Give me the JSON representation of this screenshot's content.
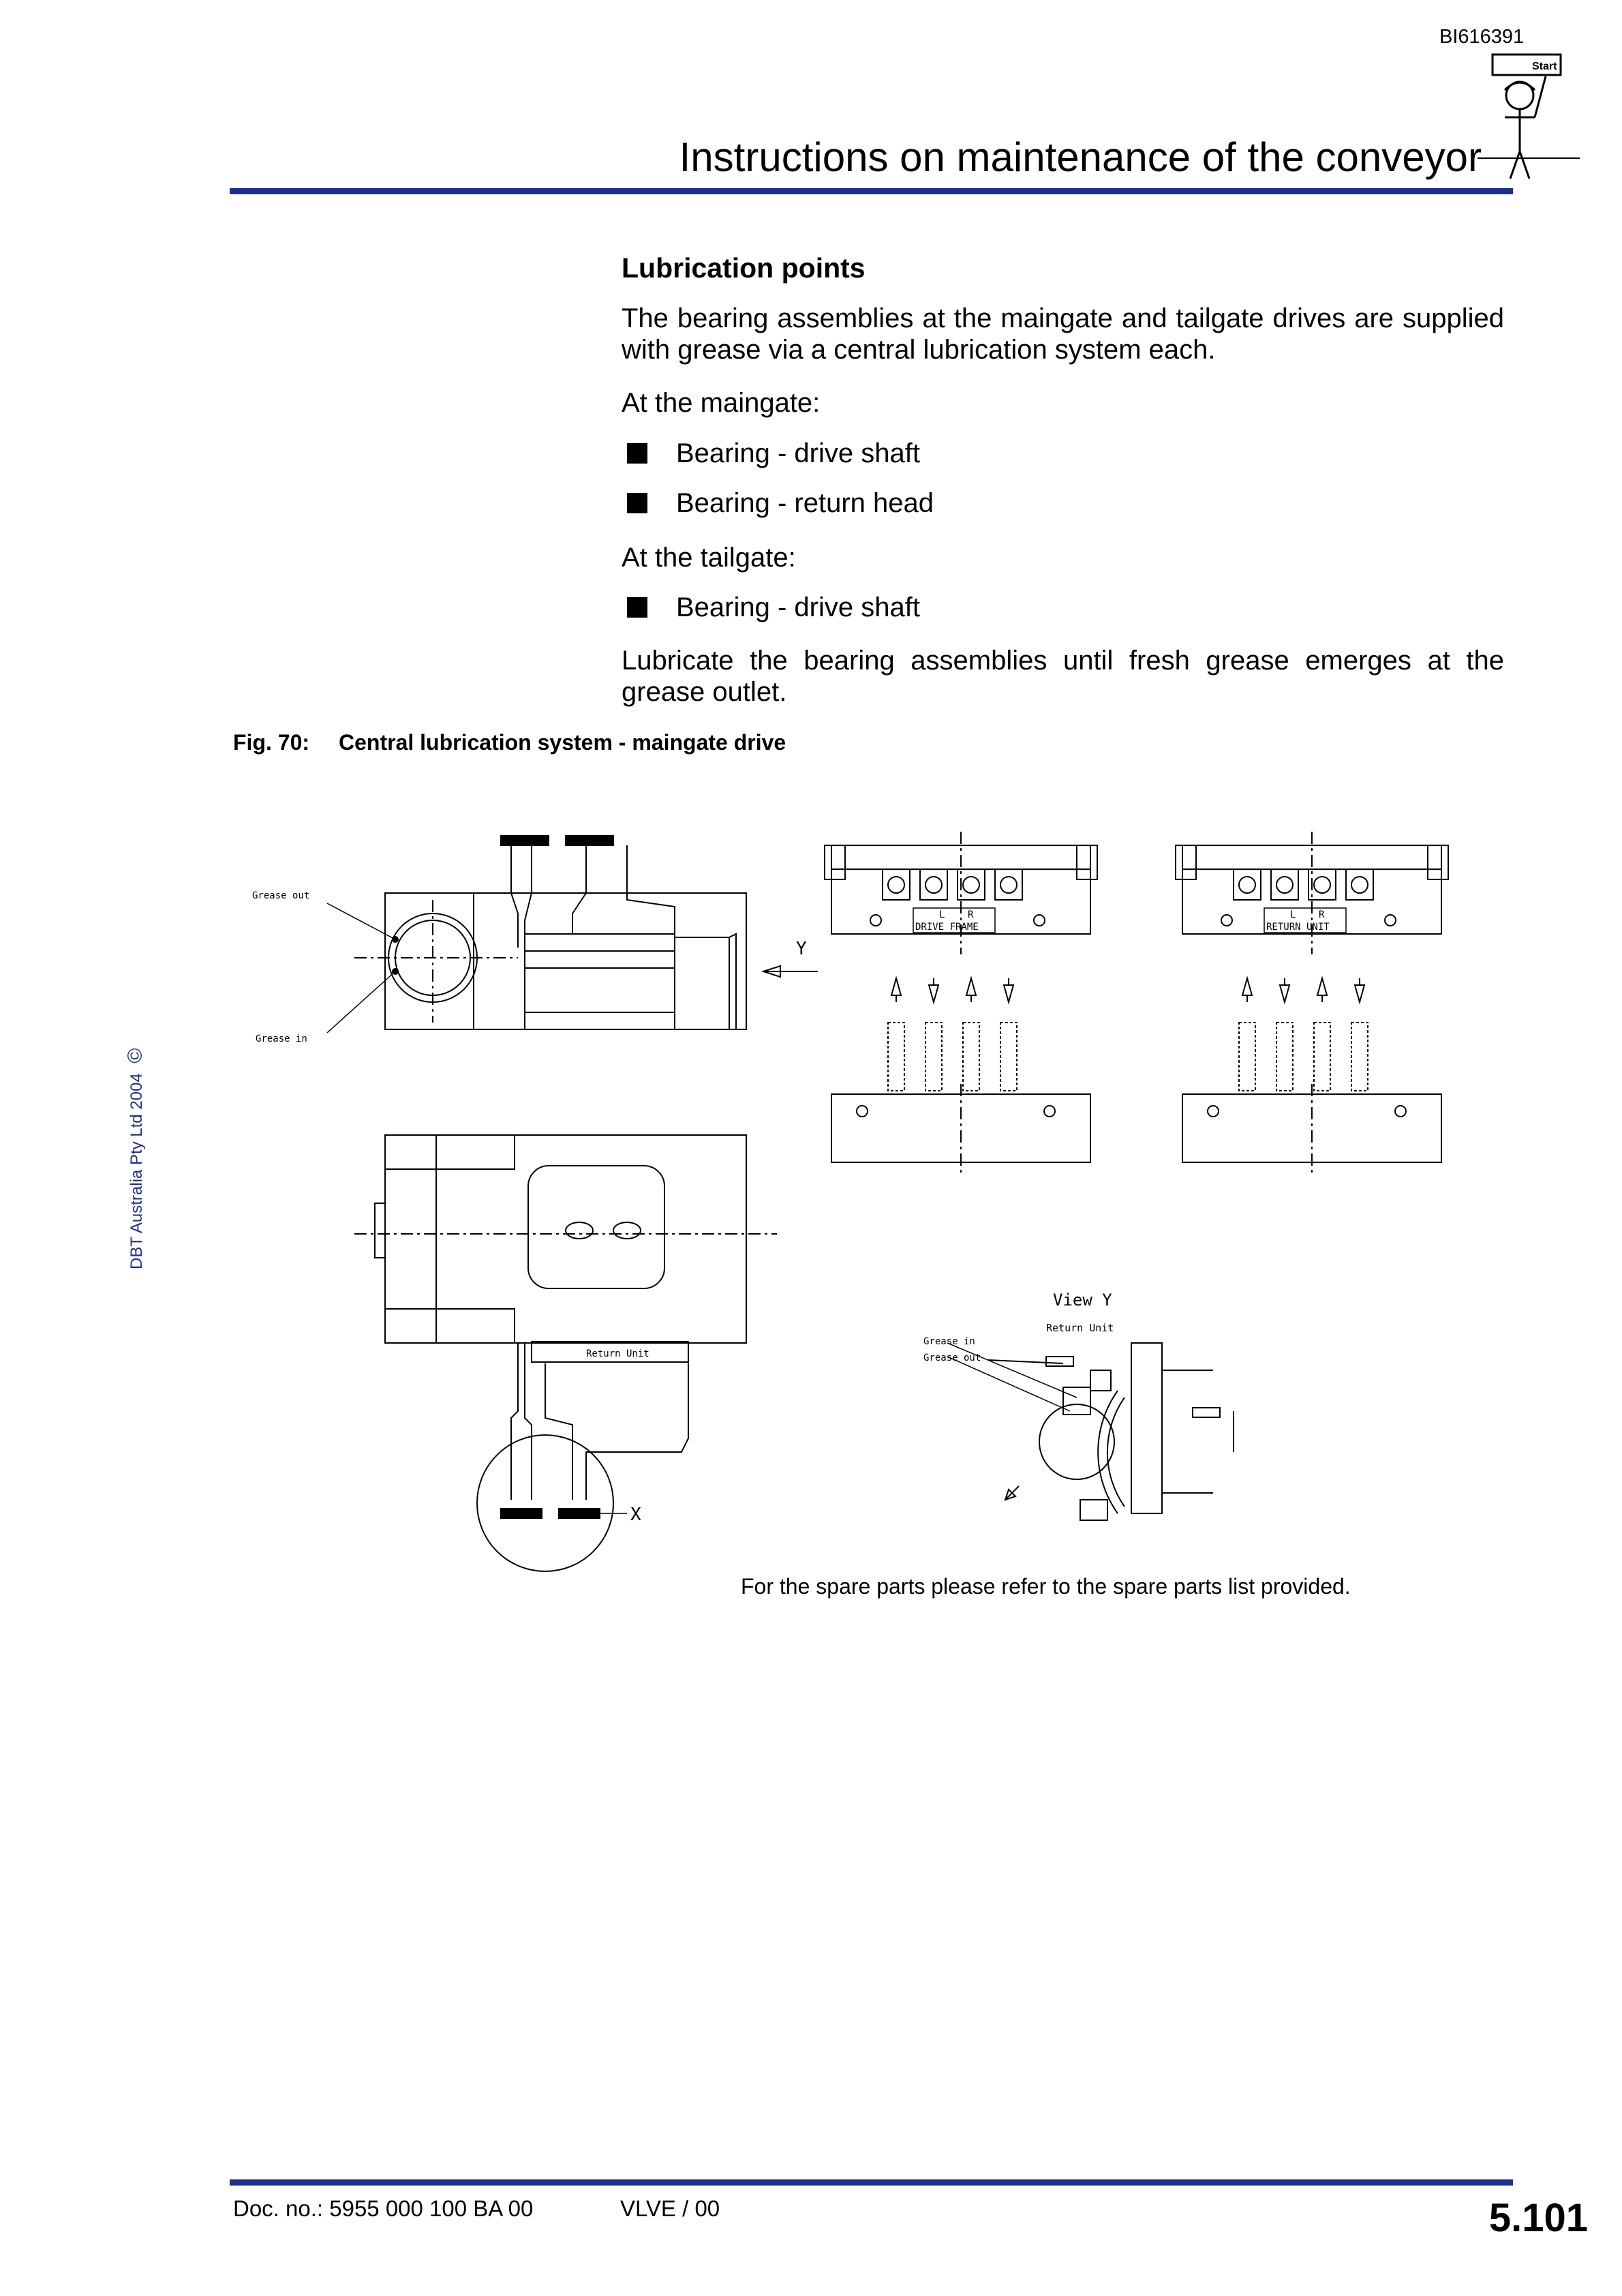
{
  "header": {
    "doc_id": "BI616391",
    "title": "Instructions on maintenance of the conveyor",
    "start_label": "Start"
  },
  "copyright": {
    "text": "DBT Australia Pty Ltd 2004",
    "symbol": "©"
  },
  "section": {
    "heading": "Lubrication points",
    "intro": "The bearing assemblies at the maingate and tailgate drives are supplied with grease via a central lubrication system each.",
    "maingate_label": "At the maingate:",
    "maingate_items": [
      "Bearing - drive shaft",
      "Bearing - return head"
    ],
    "tailgate_label": "At the tailgate:",
    "tailgate_items": [
      "Bearing - drive shaft"
    ],
    "instruction": "Lubricate the bearing assemblies until fresh grease emerges at the grease outlet."
  },
  "figure": {
    "number": "Fig. 70:",
    "caption": "Central lubrication system - maingate drive",
    "labels": {
      "grease_out": "Grease out",
      "grease_in": "Grease in",
      "y": "Y",
      "x": "X",
      "l": "L",
      "r": "R",
      "drive_frame": "DRIVE FRAME",
      "return_unit_caps": "RETURN UNIT",
      "return_unit": "Return Unit",
      "view_y": "View Y"
    }
  },
  "spare_parts_note": "For the spare parts please refer to the spare parts list provided.",
  "footer": {
    "doc_no": "Doc. no.: 5955 000 100 BA 00",
    "version": "VLVE / 00",
    "page": "5.101"
  }
}
